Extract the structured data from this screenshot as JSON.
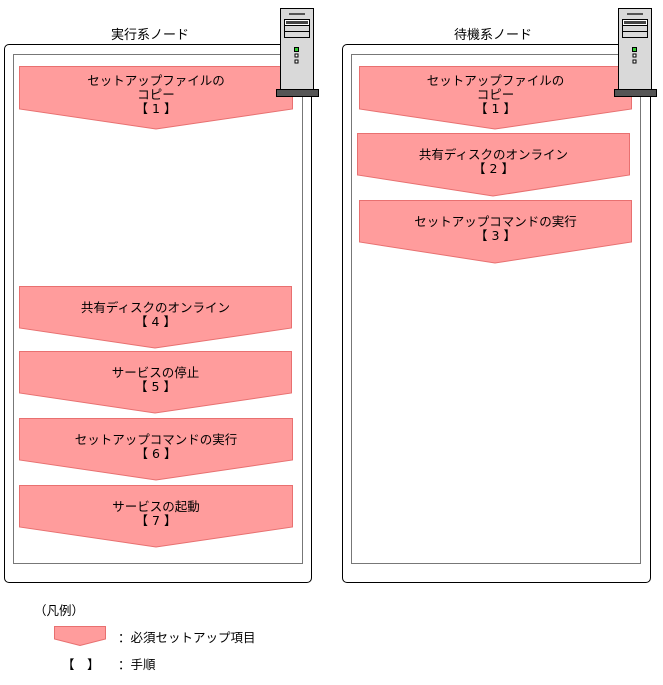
{
  "colors": {
    "step_fill": "#FF9C9C",
    "step_stroke": "#E87070",
    "outer_border": "#000000",
    "inner_border": "#777777",
    "server_body": "#D9D9D9",
    "server_base": "#555555",
    "server_led": "#33CC33"
  },
  "nodes": [
    {
      "title": "実行系ノード",
      "icon": "server-tower-icon",
      "steps": [
        {
          "label_lines": [
            "セットアップファイルの",
            "コピー"
          ],
          "number": "【 1 】"
        },
        {
          "label_lines": [
            "共有ディスクのオンライン"
          ],
          "number": "【 4 】"
        },
        {
          "label_lines": [
            "サービスの停止"
          ],
          "number": "【 5 】"
        },
        {
          "label_lines": [
            "セットアップコマンドの実行"
          ],
          "number": "【 6 】"
        },
        {
          "label_lines": [
            "サービスの起動"
          ],
          "number": "【 7 】"
        }
      ]
    },
    {
      "title": "待機系ノード",
      "icon": "server-tower-icon",
      "steps": [
        {
          "label_lines": [
            "セットアップファイルの",
            "コピー"
          ],
          "number": "【 1 】"
        },
        {
          "label_lines": [
            "共有ディスクのオンライン"
          ],
          "number": "【 2 】"
        },
        {
          "label_lines": [
            "セットアップコマンドの実行"
          ],
          "number": "【 3 】"
        }
      ]
    }
  ],
  "legend": {
    "title": "（凡例）",
    "items": [
      {
        "symbol": "pentagon-arrow",
        "text": "：必須セットアップ項目"
      },
      {
        "symbol": "【　】",
        "text": "：手順"
      }
    ]
  }
}
